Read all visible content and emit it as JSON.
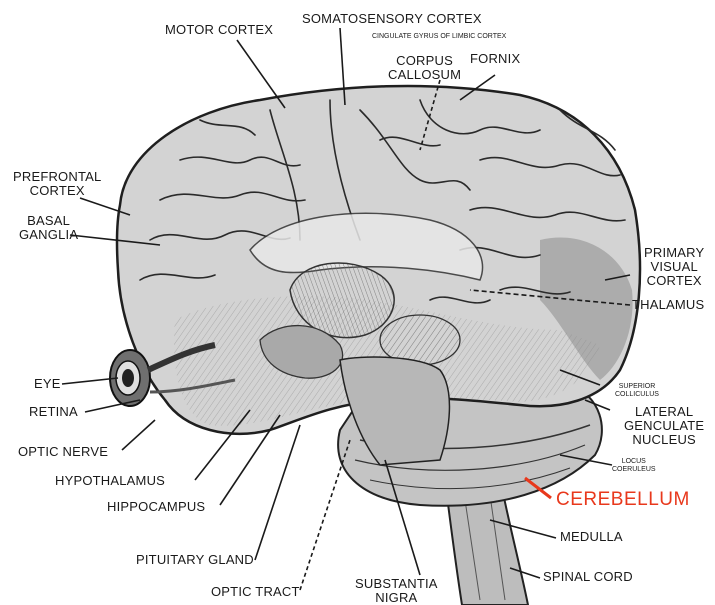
{
  "colors": {
    "ink": "#1a1a1a",
    "accent": "#e8381c",
    "brain_fill": "#cfcfcf",
    "shade": "#9a9a9a"
  },
  "labels": {
    "motor_cortex": "MOTOR CORTEX",
    "somatosensory_cortex": "SOMATOSENSORY CORTEX",
    "cingulate_gyrus": "CINGULATE GYRUS OF LIMBIC CORTEX",
    "corpus_callosum": "CORPUS\nCALLOSUM",
    "fornix": "FORNIX",
    "prefrontal_cortex": "PREFRONTAL\nCORTEX",
    "basal_ganglia": "BASAL\nGANGLIA",
    "primary_visual_cortex": "PRIMARY\nVISUAL\nCORTEX",
    "thalamus": "THALAMUS",
    "eye": "EYE",
    "retina": "RETINA",
    "optic_nerve": "OPTIC NERVE",
    "hypothalamus": "HYPOTHALAMUS",
    "hippocampus": "HIPPOCAMPUS",
    "pituitary_gland": "PITUITARY GLAND",
    "optic_tract": "OPTIC TRACT",
    "substantia_nigra": "SUBSTANTIA\nNIGRA",
    "superior_colliculus": "SUPERIOR\nCOLLICULUS",
    "lateral_geniculate_nucleus": "LATERAL\nGENCULATE\nNUCLEUS",
    "locus_coeruleus": "LOCUS\nCOERULEUS",
    "cerebellum": "CEREBELLUM",
    "medulla": "MEDULLA",
    "spinal_cord": "SPINAL CORD"
  }
}
